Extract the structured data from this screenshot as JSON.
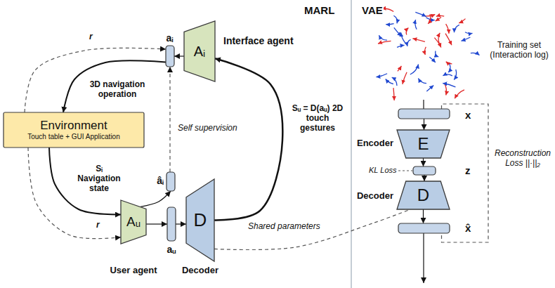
{
  "diagram": {
    "nodes": [
      {
        "text": [
          "Aᵢ",
          "Interface agent"
        ]
      },
      {
        "text": [
          "Environment",
          "Touch table + GUI Application"
        ]
      },
      {
        "text": [
          "Aᵤ",
          "User agent"
        ]
      },
      {
        "text": [
          "D",
          "Decoder"
        ]
      },
      {
        "text": [
          "E",
          "Encoder"
        ]
      },
      {
        "text": [
          "D",
          "Decoder"
        ]
      },
      {
        "text": [
          "aᵢ"
        ]
      },
      {
        "text": [
          "âᵢ"
        ]
      },
      {
        "text": [
          "aᵤ"
        ]
      },
      {
        "text": [
          "x"
        ]
      },
      {
        "text": [
          "z"
        ]
      },
      {
        "text": [
          "x̂"
        ]
      }
    ],
    "edges": [
      {
        "from": 0,
        "to": 6,
        "arrow": "to"
      },
      {
        "from": 6,
        "to": 1,
        "arrow": "to",
        "label": "3D navigation operation"
      },
      {
        "from": 1,
        "to": 2,
        "arrow": "to",
        "label": "Sᵢ Navigation state"
      },
      {
        "from": 2,
        "to": 8,
        "arrow": "to"
      },
      {
        "from": 8,
        "to": 3,
        "arrow": "to"
      },
      {
        "from": 2,
        "to": 7,
        "arrow": "to"
      },
      {
        "from": 7,
        "to": 6,
        "arrow": "to",
        "label": "Self supervision"
      },
      {
        "from": 3,
        "to": 0,
        "arrow": "to",
        "label": "Sᵤ = D(aᵤ) 2D touch gestures"
      },
      {
        "from": 1,
        "to": 6,
        "arrow": "to",
        "label": "r"
      },
      {
        "from": 1,
        "to": 2,
        "arrow": "to",
        "label": "r"
      },
      {
        "from": 3,
        "to": 5,
        "arrow": "none",
        "label": "Shared parameters"
      },
      {
        "from": 9,
        "to": 4,
        "arrow": "to"
      },
      {
        "from": 4,
        "to": 10,
        "arrow": "to"
      },
      {
        "from": 10,
        "to": 5,
        "arrow": "to"
      },
      {
        "from": 5,
        "to": 11,
        "arrow": "to"
      },
      {
        "from": 9,
        "to": 11,
        "arrow": "none",
        "label": "Reconstruction Loss ||·||₂"
      }
    ],
    "labels": [
      "MARL",
      "VAE",
      "Training set (Interaction log)",
      "KL Loss"
    ]
  }
}
